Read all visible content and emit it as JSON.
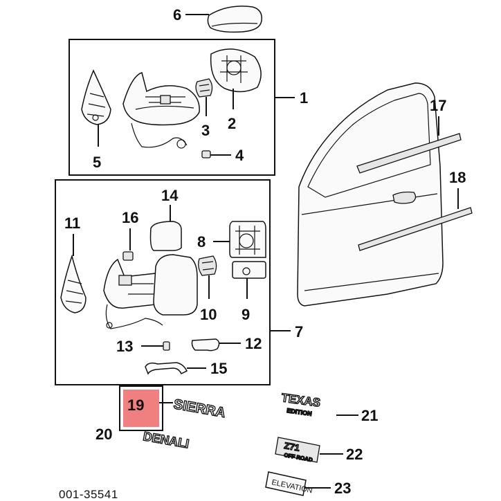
{
  "diagram": {
    "doc_number": "001-35541",
    "highlight_color": "#f08080",
    "callouts": [
      "1",
      "2",
      "3",
      "4",
      "5",
      "6",
      "7",
      "8",
      "9",
      "10",
      "11",
      "12",
      "13",
      "14",
      "15",
      "16",
      "17",
      "18",
      "19",
      "20",
      "21",
      "22",
      "23"
    ],
    "emblems": {
      "sierra": "SIERRA",
      "denali": "DENALI",
      "texas": "TEXAS",
      "texas_sub": "EDITION",
      "badge22_top": "Z71",
      "badge22_bottom": "OFF ROAD",
      "elevation": "ELEVATION"
    }
  }
}
